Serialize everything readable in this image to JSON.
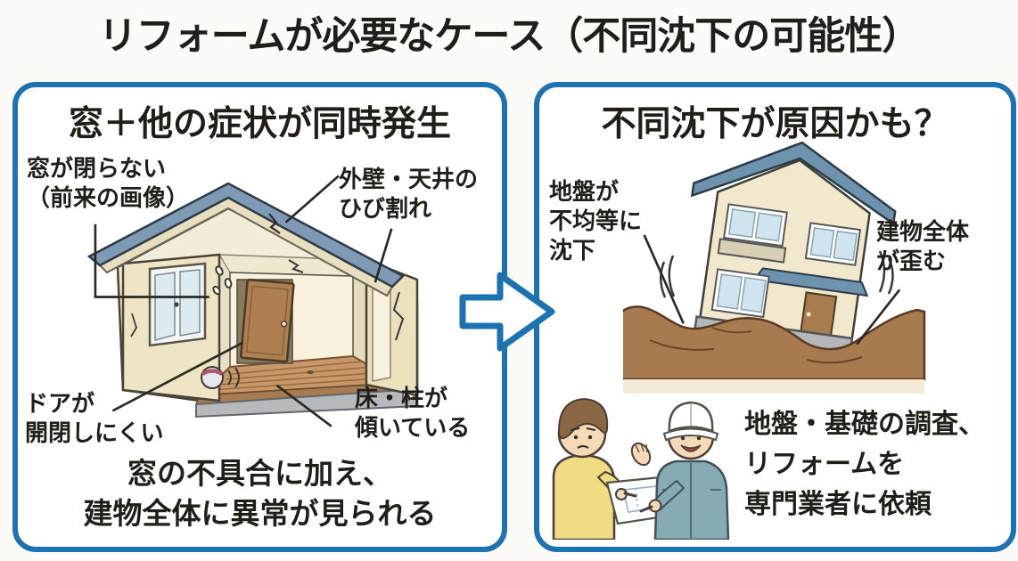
{
  "title": "リフォームが必要なケース（不同沈下の可能性）",
  "left_panel": {
    "heading": "窓＋他の症状が同時発生",
    "labels": {
      "window": "窓が閉らない\n（前来の画像）",
      "wall_crack": "外壁・天井の\nひび割れ",
      "door": "ドアが\n開閉しにくい",
      "floor": "床・柱が\n傾いている"
    },
    "caption": "窓の不具合に加え、\n建物全体に異常が見られる",
    "illustration": "cutaway-house-cracked-walls-tilted-door-rolling-ball"
  },
  "right_panel": {
    "heading": "不同沈下が原因かも？",
    "labels": {
      "ground": "地盤が\n不均等に\n沈下",
      "building": "建物全体\nが歪む"
    },
    "caption": "地盤・基礎の調査、\nリフォームを\n専門業者に依頼",
    "illustrations": [
      "tilted-house-on-uneven-sunken-ground",
      "homeowner-consulting-contractor-over-blueprint"
    ]
  },
  "arrow": {
    "direction": "right"
  },
  "colors": {
    "panel_border": "#1d72b2",
    "text": "#211e19",
    "roof_blue": "#7e9ab5",
    "roof_blue_dark": "#6e93af",
    "wall_cream": "#f1e8cd",
    "floor_wood": "#c7986a",
    "door_brown": "#ad7f51",
    "ground_brown": "#a87a50",
    "foundation_gray": "#b5b8ba",
    "sweater_yellow": "#f0dc82",
    "workwear_teal": "#87abb4",
    "helmet_white": "#ffffff"
  }
}
